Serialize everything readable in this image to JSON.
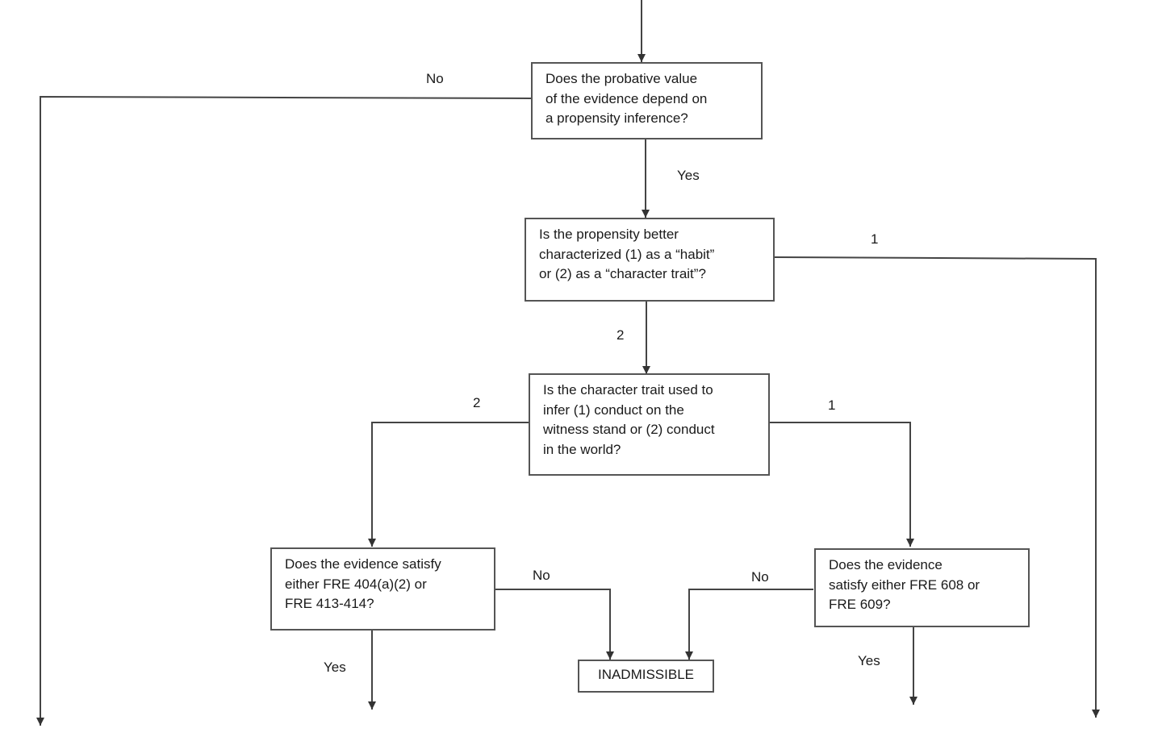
{
  "nodes": {
    "q_propensity": {
      "lines": [
        "Does the probative value",
        "of the evidence depend on",
        "a propensity inference?"
      ]
    },
    "q_habit_or_trait": {
      "lines": [
        "Is the propensity better",
        "characterized (1) as a “habit”",
        "or (2) as a “character trait”?"
      ]
    },
    "q_conduct": {
      "lines": [
        "Is the character trait used to",
        "infer (1) conduct on the",
        "witness stand or (2) conduct",
        "in the world?"
      ]
    },
    "q_fre_404": {
      "lines": [
        "Does the evidence satisfy",
        "either FRE 404(a)(2) or",
        "FRE 413-414?"
      ]
    },
    "q_fre_608": {
      "lines": [
        "Does the evidence",
        "satisfy either FRE 608 or",
        "FRE 609?"
      ]
    },
    "inadmissible": {
      "label": "INADMISSIBLE"
    }
  },
  "edge_labels": {
    "propensity_no": "No",
    "propensity_yes": "Yes",
    "habit_1": "1",
    "trait_2": "2",
    "world_2": "2",
    "stand_1": "1",
    "fre404_no": "No",
    "fre404_yes": "Yes",
    "fre608_no": "No",
    "fre608_yes": "Yes"
  },
  "colors": {
    "line": "#444444",
    "box_border": "#555555",
    "text": "#1a1a1a"
  }
}
